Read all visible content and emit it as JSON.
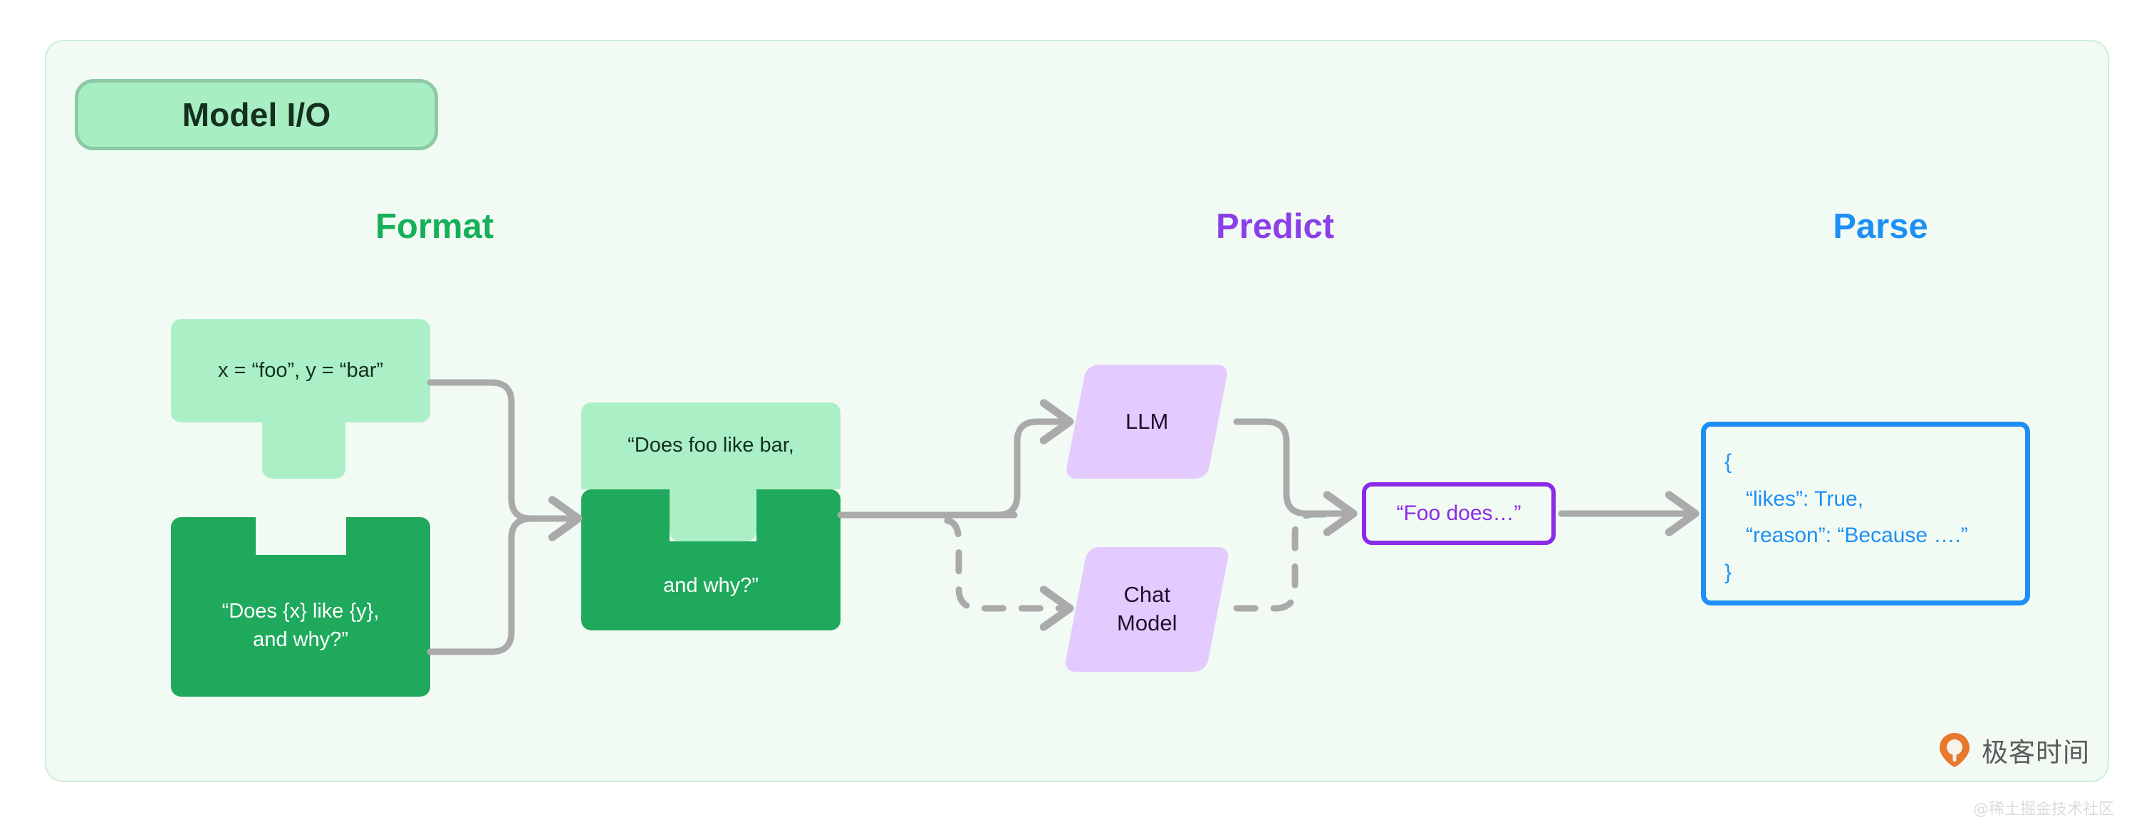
{
  "title_badge": {
    "label": "Model I/O"
  },
  "stages": [
    {
      "name": "format",
      "label": "Format",
      "color": "#16b05a"
    },
    {
      "name": "predict",
      "label": "Predict",
      "color": "#8b3fe8"
    },
    {
      "name": "parse",
      "label": "Parse",
      "color": "#1e90f5"
    }
  ],
  "format": {
    "variables_block": {
      "text": "x = “foo”, y = “bar”",
      "fill": "#abefc6"
    },
    "template_block": {
      "line1": "“Does {x} like {y},",
      "line2": "and why?”",
      "fill": "#1fa95c"
    },
    "assembled_block": {
      "top_text": "“Does foo like bar,",
      "bottom_text": "and why?”"
    }
  },
  "predict": {
    "models": [
      {
        "name": "llm",
        "label": "LLM",
        "link_style": "solid"
      },
      {
        "name": "chat",
        "label_line1": "Chat",
        "label_line2": "Model",
        "link_style": "dashed"
      }
    ],
    "output_box": {
      "text": "“Foo does…”",
      "border_color": "#8b2ae8"
    }
  },
  "parse": {
    "json_box": {
      "border_color": "#1e90f5",
      "lines": [
        "{",
        "“likes”: True,",
        "“reason”: “Because ….”",
        "}"
      ]
    }
  },
  "branding": {
    "logo_text": "极客时间",
    "logo_icon": "location-pin-icon",
    "watermark": "@稀土掘金技术社区"
  }
}
